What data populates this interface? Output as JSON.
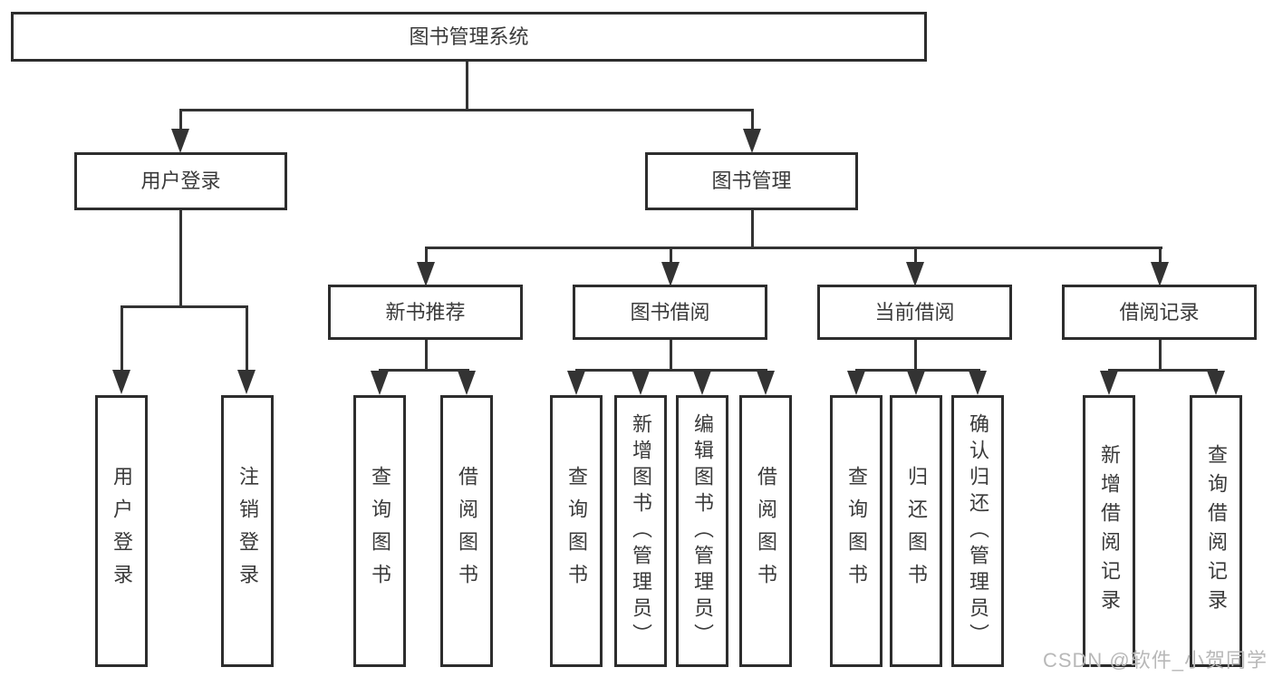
{
  "diagram": {
    "root": {
      "label": "图书管理系统"
    },
    "level2": [
      {
        "label": "用户登录"
      },
      {
        "label": "图书管理"
      }
    ],
    "level3": [
      {
        "label": "新书推荐"
      },
      {
        "label": "图书借阅"
      },
      {
        "label": "当前借阅"
      },
      {
        "label": "借阅记录"
      }
    ],
    "leaves": [
      {
        "label": "用户登录"
      },
      {
        "label": "注销登录"
      },
      {
        "label": "查询图书"
      },
      {
        "label": "借阅图书"
      },
      {
        "label": "查询图书"
      },
      {
        "label": "新增图书（管理员）"
      },
      {
        "label": "编辑图书（管理员）"
      },
      {
        "label": "借阅图书"
      },
      {
        "label": "查询图书"
      },
      {
        "label": "归还图书"
      },
      {
        "label": "确认归还（管理员）"
      },
      {
        "label": "新增借阅记录"
      },
      {
        "label": "查询借阅记录"
      }
    ],
    "colors": {
      "line": "#333333",
      "box_border": "#2d2d2d",
      "text": "#3a3a3a",
      "background": "#ffffff",
      "watermark": "#b8b8b8"
    }
  },
  "watermark": {
    "text": "CSDN @软件_小贺同学"
  }
}
